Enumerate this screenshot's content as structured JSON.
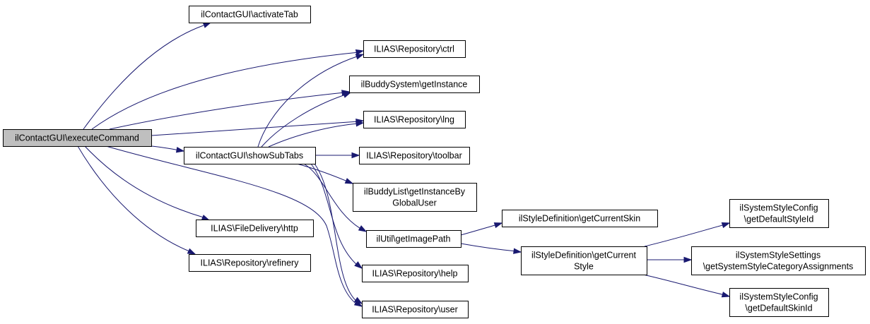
{
  "diagram": {
    "type": "call-graph",
    "edge_color": "#191970",
    "root_fill": "#bfbfbf",
    "nodes": [
      {
        "id": "executeCommand",
        "lines": [
          "ilContactGUI\\executeCommand"
        ],
        "root": true
      },
      {
        "id": "activateTab",
        "lines": [
          "ilContactGUI\\activateTab"
        ]
      },
      {
        "id": "ctrl",
        "lines": [
          "ILIAS\\Repository\\ctrl"
        ]
      },
      {
        "id": "getInstance",
        "lines": [
          "ilBuddySystem\\getInstance"
        ]
      },
      {
        "id": "lng",
        "lines": [
          "ILIAS\\Repository\\lng"
        ]
      },
      {
        "id": "showSubTabs",
        "lines": [
          "ilContactGUI\\showSubTabs"
        ]
      },
      {
        "id": "toolbar",
        "lines": [
          "ILIAS\\Repository\\toolbar"
        ]
      },
      {
        "id": "getInstanceByGlobalUser",
        "lines": [
          "ilBuddyList\\getInstanceBy",
          "GlobalUser"
        ]
      },
      {
        "id": "getImagePath",
        "lines": [
          "ilUtil\\getImagePath"
        ]
      },
      {
        "id": "help",
        "lines": [
          "ILIAS\\Repository\\help"
        ]
      },
      {
        "id": "user",
        "lines": [
          "ILIAS\\Repository\\user"
        ]
      },
      {
        "id": "http",
        "lines": [
          "ILIAS\\FileDelivery\\http"
        ]
      },
      {
        "id": "refinery",
        "lines": [
          "ILIAS\\Repository\\refinery"
        ]
      },
      {
        "id": "getCurrentSkin",
        "lines": [
          "ilStyleDefinition\\getCurrentSkin"
        ]
      },
      {
        "id": "getCurrentStyle",
        "lines": [
          "ilStyleDefinition\\getCurrent",
          "Style"
        ]
      },
      {
        "id": "getDefaultStyleId",
        "lines": [
          "ilSystemStyleConfig",
          "\\getDefaultStyleId"
        ]
      },
      {
        "id": "getSystemStyleCategoryAssignments",
        "lines": [
          "ilSystemStyleSettings",
          "\\getSystemStyleCategoryAssignments"
        ]
      },
      {
        "id": "getDefaultSkinId",
        "lines": [
          "ilSystemStyleConfig",
          "\\getDefaultSkinId"
        ]
      }
    ],
    "edges": [
      {
        "from": "executeCommand",
        "to": "activateTab"
      },
      {
        "from": "executeCommand",
        "to": "ctrl"
      },
      {
        "from": "executeCommand",
        "to": "getInstance"
      },
      {
        "from": "executeCommand",
        "to": "lng"
      },
      {
        "from": "executeCommand",
        "to": "showSubTabs"
      },
      {
        "from": "executeCommand",
        "to": "http"
      },
      {
        "from": "executeCommand",
        "to": "refinery"
      },
      {
        "from": "executeCommand",
        "to": "user"
      },
      {
        "from": "showSubTabs",
        "to": "ctrl"
      },
      {
        "from": "showSubTabs",
        "to": "getInstance"
      },
      {
        "from": "showSubTabs",
        "to": "lng"
      },
      {
        "from": "showSubTabs",
        "to": "toolbar"
      },
      {
        "from": "showSubTabs",
        "to": "getInstanceByGlobalUser"
      },
      {
        "from": "showSubTabs",
        "to": "getImagePath"
      },
      {
        "from": "showSubTabs",
        "to": "help"
      },
      {
        "from": "showSubTabs",
        "to": "user"
      },
      {
        "from": "getImagePath",
        "to": "getCurrentSkin"
      },
      {
        "from": "getImagePath",
        "to": "getCurrentStyle"
      },
      {
        "from": "getCurrentStyle",
        "to": "getDefaultStyleId"
      },
      {
        "from": "getCurrentStyle",
        "to": "getSystemStyleCategoryAssignments"
      },
      {
        "from": "getCurrentStyle",
        "to": "getDefaultSkinId"
      }
    ]
  }
}
